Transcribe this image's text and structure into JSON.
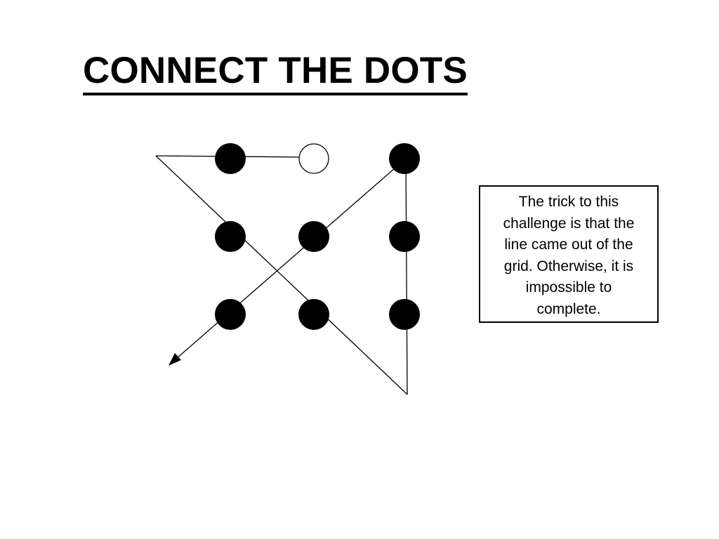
{
  "slide": {
    "title": "CONNECT THE DOTS",
    "note": "The trick to this\nchallenge is that the\nline came out of the\ngrid.  Otherwise, it is\nimpossible to\ncomplete."
  },
  "diagram": {
    "grid_rows": 3,
    "grid_cols": 3,
    "dots": [
      {
        "row": 0,
        "col": 0,
        "state": "filled"
      },
      {
        "row": 0,
        "col": 1,
        "state": "start-open"
      },
      {
        "row": 0,
        "col": 2,
        "state": "filled"
      },
      {
        "row": 1,
        "col": 0,
        "state": "filled"
      },
      {
        "row": 1,
        "col": 1,
        "state": "filled"
      },
      {
        "row": 1,
        "col": 2,
        "state": "filled"
      },
      {
        "row": 2,
        "col": 0,
        "state": "filled"
      },
      {
        "row": 2,
        "col": 1,
        "state": "filled"
      },
      {
        "row": 2,
        "col": 2,
        "state": "filled"
      }
    ],
    "line_color": "#000000",
    "dot_color": "#000000"
  }
}
